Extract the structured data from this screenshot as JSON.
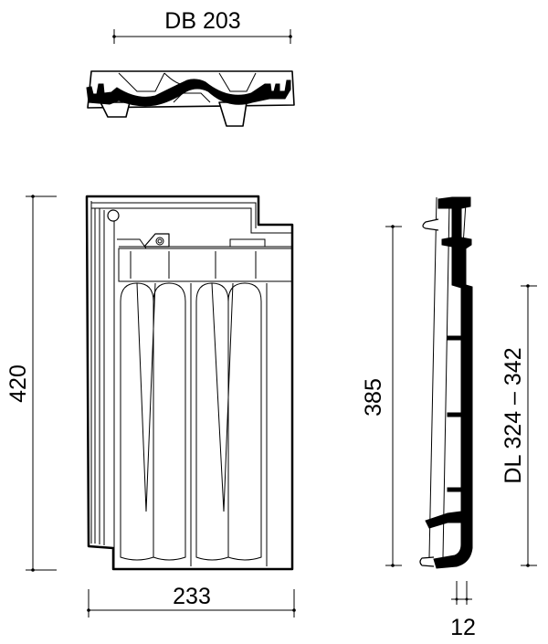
{
  "drawing": {
    "top_view_width_label": "DB 203",
    "tile_length_label": "420",
    "tile_width_label": "233",
    "side_length_label": "385",
    "batten_gauge_label": "DL 324 – 342",
    "thickness_label": "12"
  },
  "colors": {
    "line": "#000000",
    "background": "#ffffff"
  }
}
